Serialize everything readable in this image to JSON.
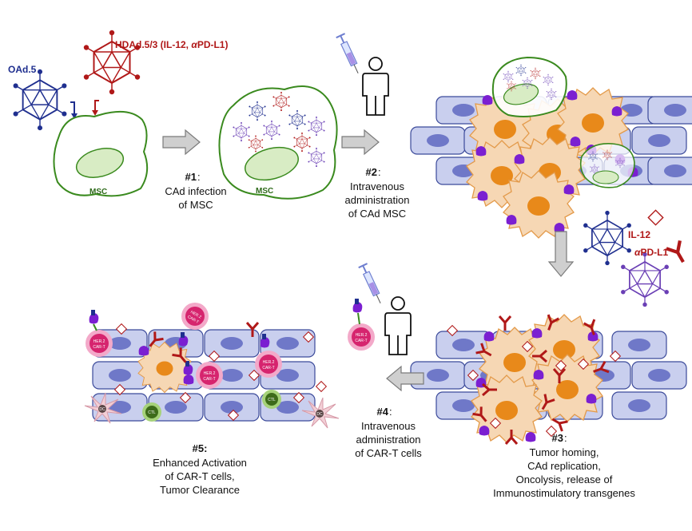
{
  "virus_labels": {
    "oad5": "OAd.5",
    "hdad_prefix": "HDAd.5/3 (IL-12, ",
    "hdad_alpha": "α",
    "hdad_suffix": "PD-L1)",
    "il12": "IL-12",
    "apdl1_alpha": "α",
    "apdl1_rest": "PD-L1"
  },
  "msc_label": "MSC",
  "cell_labels": {
    "car_t_line1": "HER.2",
    "car_t_line2": "CAR-T",
    "ctl": "CTL",
    "dc": "DC"
  },
  "steps": {
    "s1": {
      "num": "#1",
      "lines": [
        "CAd infection",
        "of MSC"
      ]
    },
    "s2": {
      "num": "#2",
      "lines": [
        "Intravenous",
        "administration",
        "of CAd MSC"
      ]
    },
    "s3": {
      "num": "#3",
      "lines": [
        "Tumor homing,",
        "CAd replication,",
        "Oncolysis, release of",
        "Immunostimulatory transgenes"
      ]
    },
    "s4": {
      "num": "#4",
      "lines": [
        "Intravenous",
        "administration",
        "of CAR-T cells"
      ]
    },
    "s5": {
      "num": "#5",
      "lines": [
        "Enhanced Activation",
        "of CAR-T cells,",
        "Tumor Clearance"
      ]
    }
  },
  "colors": {
    "blue_virus": "#1f2f8f",
    "red_virus": "#b01818",
    "purple_virus": "#6a3fb5",
    "msc_outline": "#3a8a1e",
    "msc_nucleus": "#d8ecc4",
    "tissue_fill": "#c9cfee",
    "tissue_nucleus": "#6f78c8",
    "tumor_fill": "#f6d7b4",
    "tumor_nucleus": "#e8891a",
    "car_t": "#d6246e",
    "ctl": "#3d6b1a"
  }
}
